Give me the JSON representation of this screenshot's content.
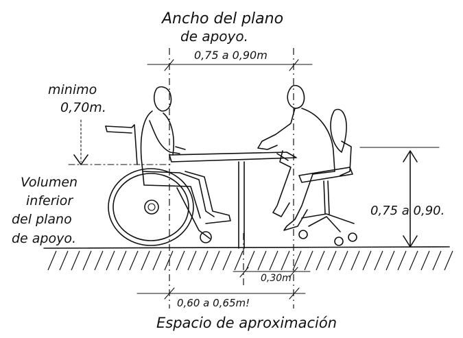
{
  "labels": {
    "top_title_line1": "Ancho del plano",
    "top_title_line2": "de apoyo.",
    "top_dimension": "0,75 a 0,90m",
    "left_min_line1": "minimo",
    "left_min_line2": "0,70m.",
    "left_volume_line1": "Volumen",
    "left_volume_line2": "inferior",
    "left_volume_line3": "del plano",
    "left_volume_line4": "de apoyo.",
    "right_height": "0,75 a 0,90.",
    "small_dimension": "0,30m",
    "bottom_dimension": "0,60 a 0,65m!",
    "bottom_title": "Espacio de aproximación"
  }
}
